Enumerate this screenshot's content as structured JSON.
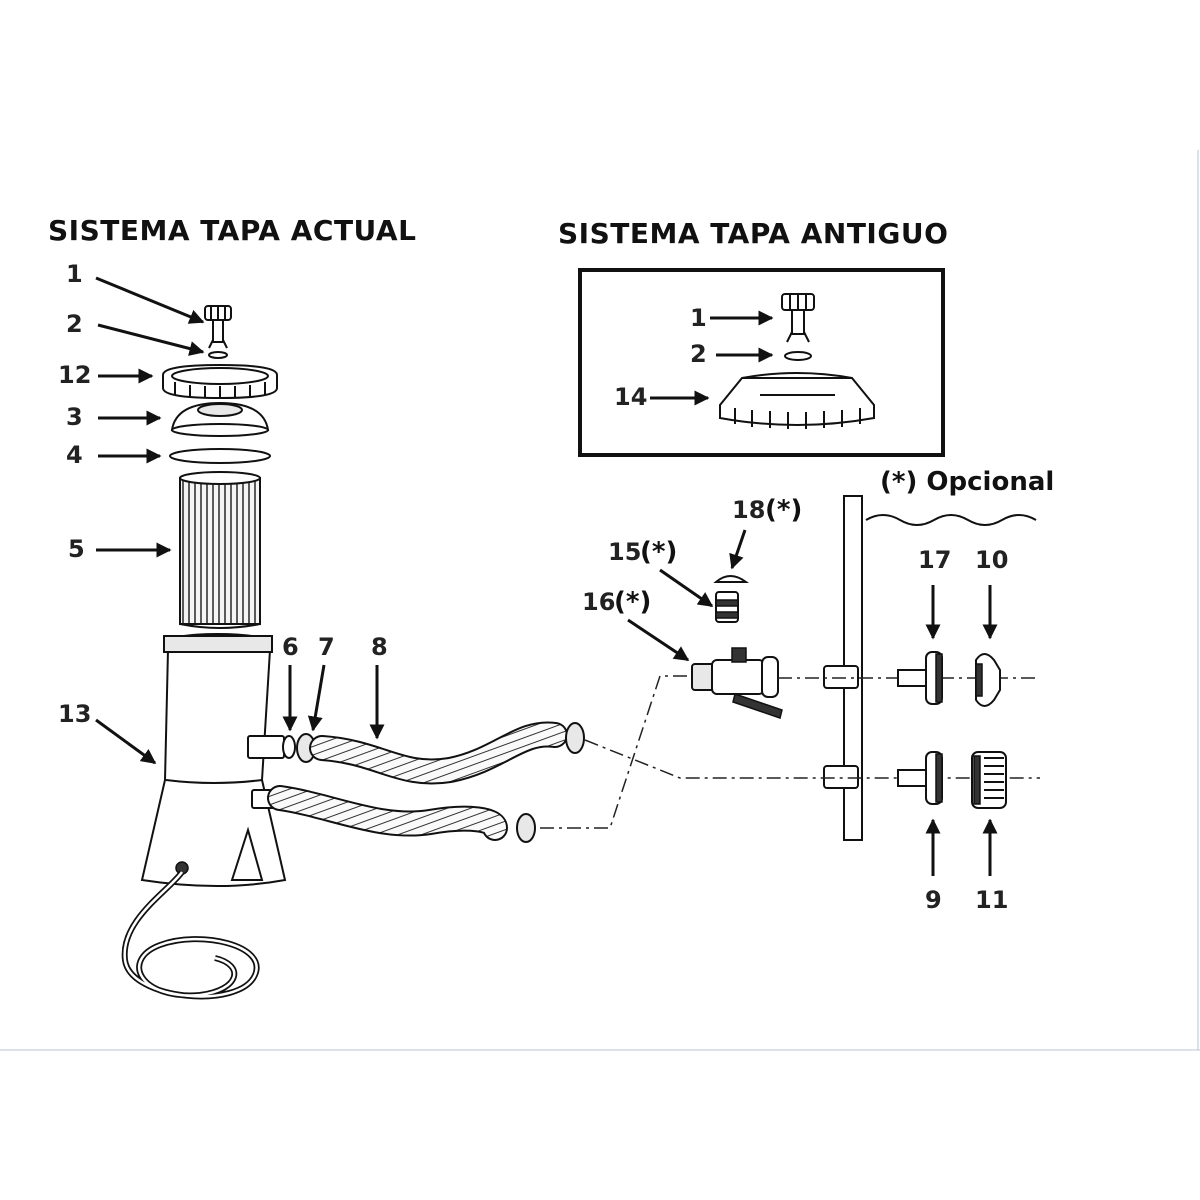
{
  "titles": {
    "current_system": "SISTEMA TAPA ACTUAL",
    "old_system": "SISTEMA TAPA ANTIGUO",
    "optional_note": "(*) Opcional"
  },
  "labels": {
    "l1": "1",
    "l2": "2",
    "l12": "12",
    "l3": "3",
    "l4": "4",
    "l5": "5",
    "l13": "13",
    "l6": "6",
    "l7": "7",
    "l8": "8",
    "o1": "1",
    "o2": "2",
    "o14": "14",
    "l15": "15",
    "l16": "16",
    "l18": "18",
    "l17": "17",
    "l10": "10",
    "l9": "9",
    "l11": "11",
    "star": "(*)"
  }
}
